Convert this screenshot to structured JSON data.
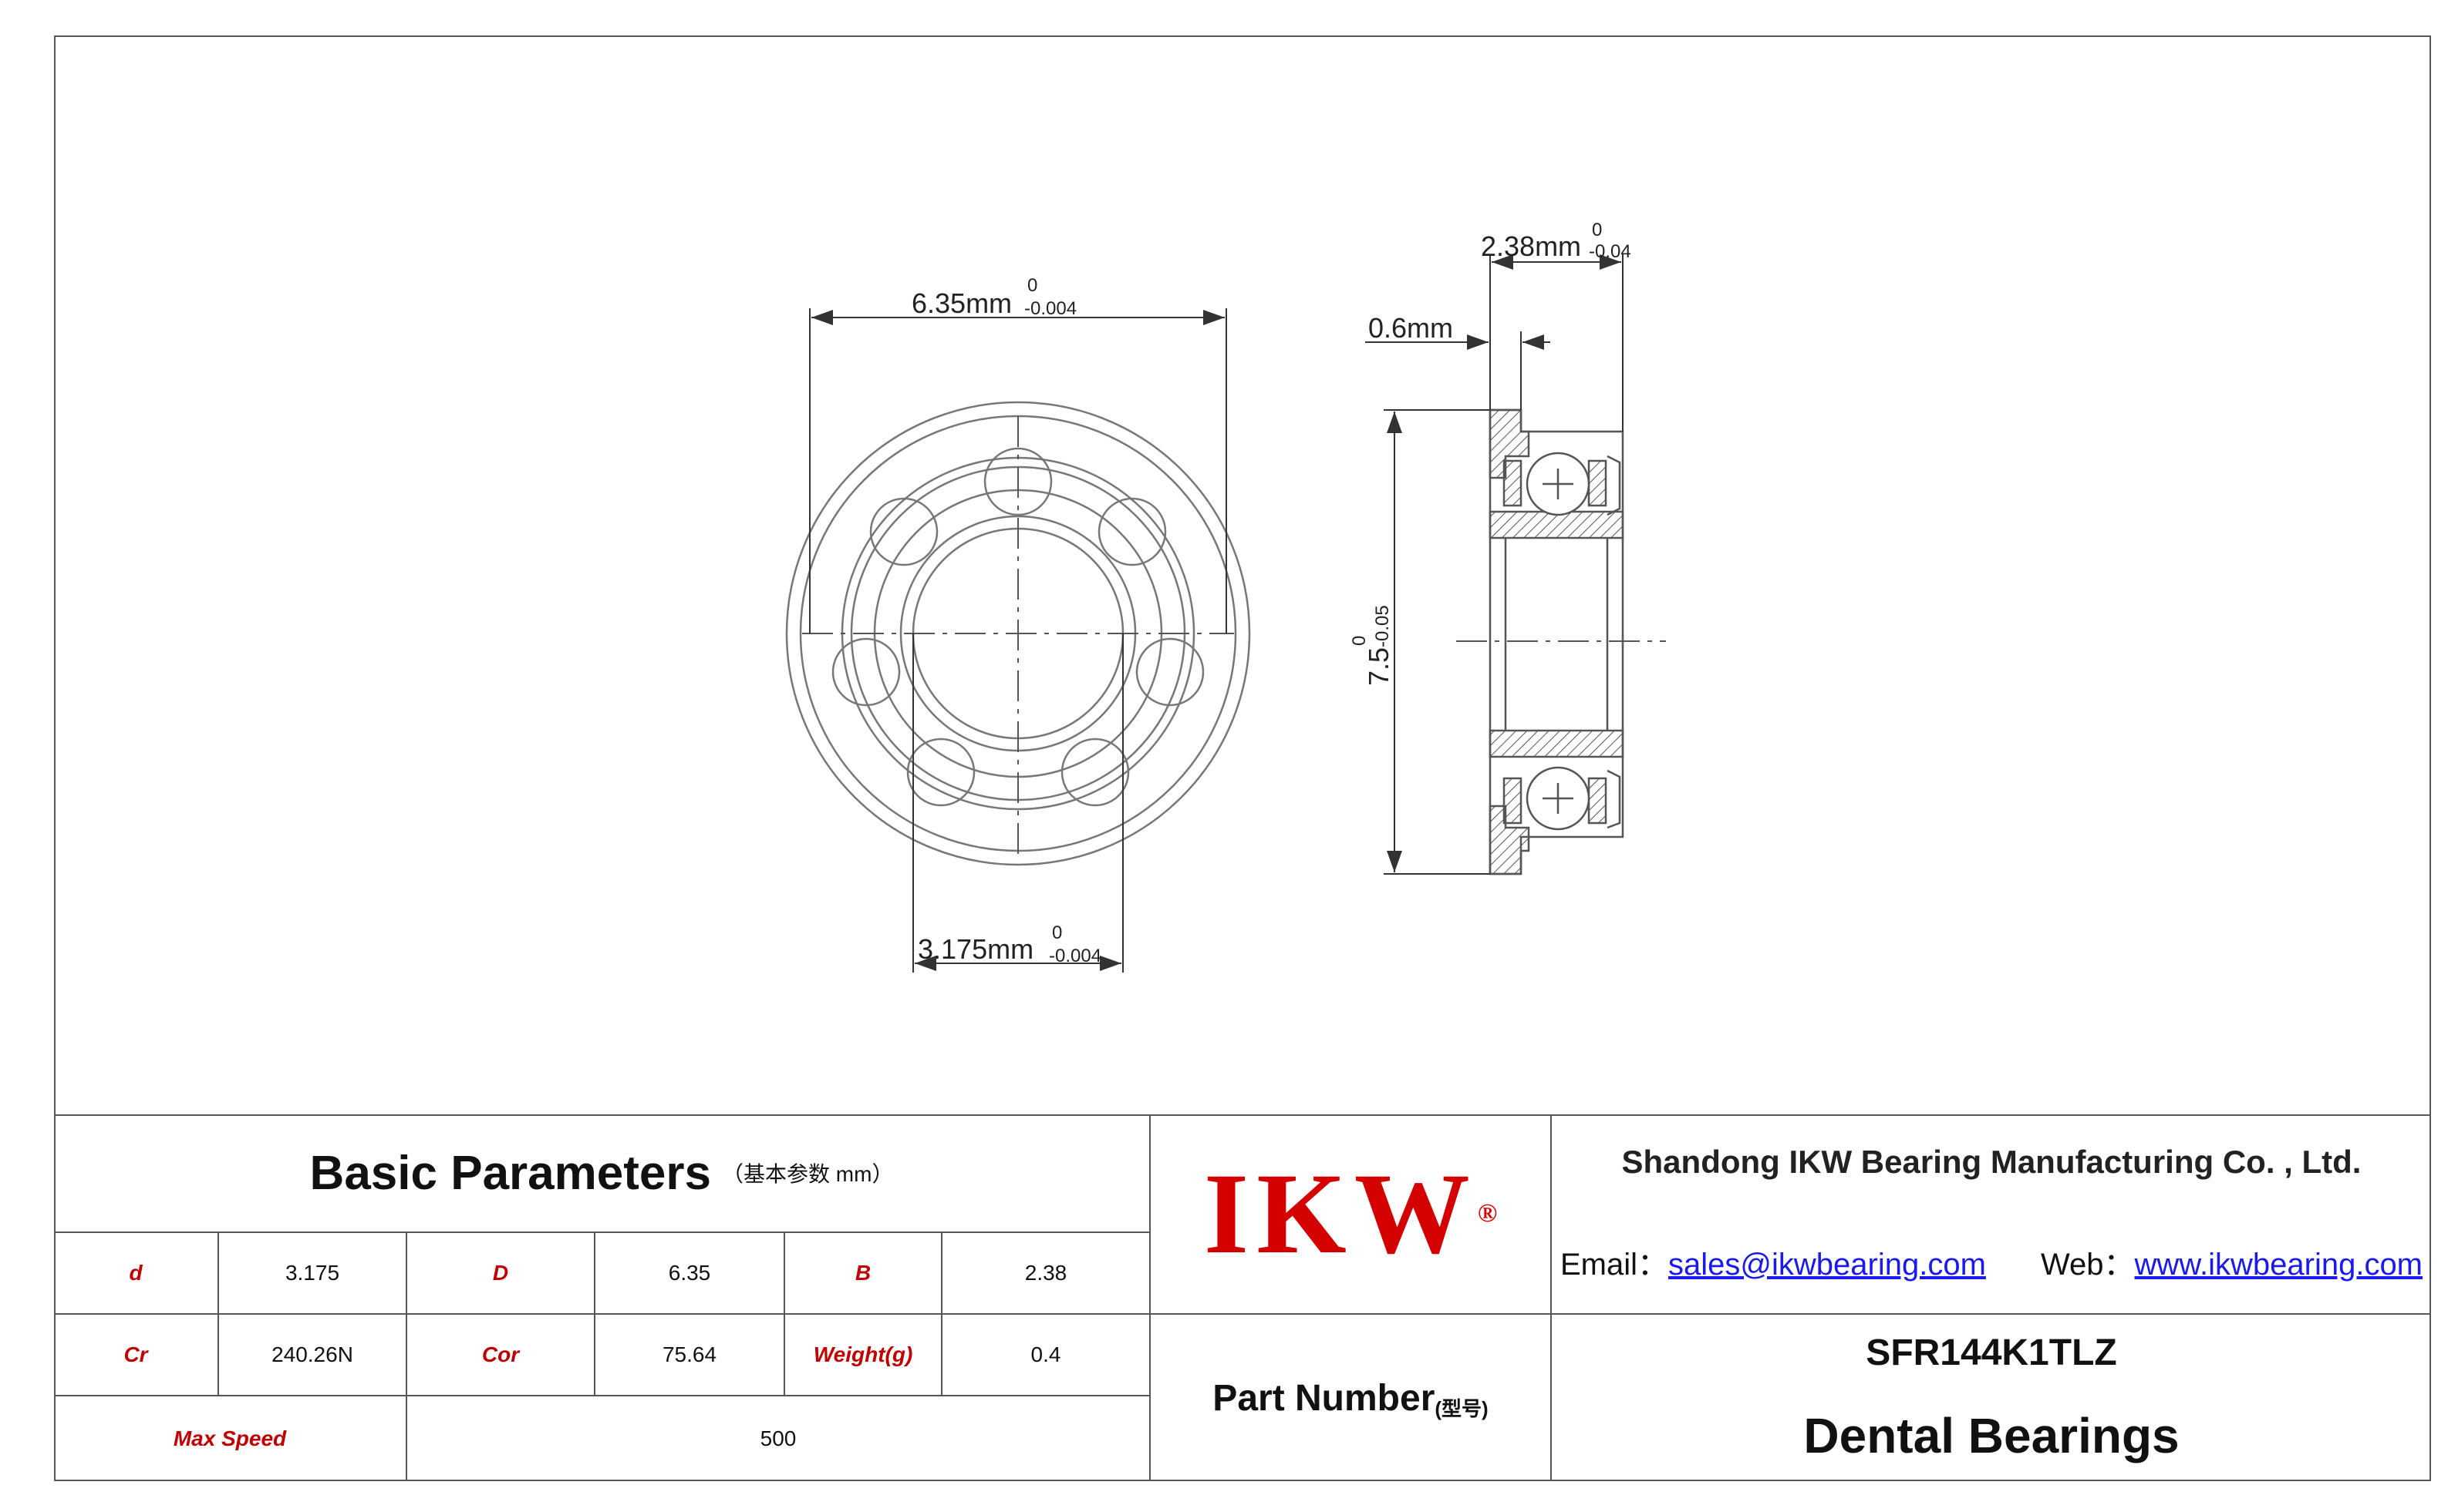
{
  "drawing": {
    "dim_outer_diameter": "6.35mm",
    "dim_outer_tol_upper": "0",
    "dim_outer_tol_lower": "-0.004",
    "dim_bore": "3.175mm",
    "dim_bore_tol_upper": "0",
    "dim_bore_tol_lower": "-0.004",
    "dim_width": "2.38mm",
    "dim_width_tol_upper": "0",
    "dim_width_tol_lower": "-0.04",
    "dim_flange_width": "0.6mm",
    "dim_flange_diameter": "7.5",
    "dim_flange_tol_upper": "0",
    "dim_flange_tol_lower": "-0.05"
  },
  "basic_parameters": {
    "title": "Basic Parameters",
    "subtitle": "（基本参数 mm）",
    "rows": [
      [
        {
          "label": "d",
          "value": "3.175"
        },
        {
          "label": "D",
          "value": "6.35"
        },
        {
          "label": "B",
          "value": "2.38"
        }
      ],
      [
        {
          "label": "Cr",
          "value": "240.26N"
        },
        {
          "label": "Cor",
          "value": "75.64"
        },
        {
          "label": "Weight(g)",
          "value": "0.4"
        }
      ]
    ],
    "max_speed_label": "Max Speed",
    "max_speed_value": "500"
  },
  "logo": {
    "text": "IKW",
    "registered": "®"
  },
  "company": {
    "name": "Shandong IKW Bearing Manufacturing Co. , Ltd.",
    "email_label": "Email：",
    "email": "sales@ikwbearing.com",
    "web_label": "Web：",
    "web": "www.ikwbearing.com"
  },
  "part": {
    "label": "Part Number",
    "label_sub": "(型号)",
    "number": "SFR144K1TLZ",
    "description": "Dental Bearings"
  },
  "colors": {
    "label_red": "#c00000",
    "logo_red": "#d40000",
    "link_blue": "#1a1aee",
    "line": "#555555"
  }
}
